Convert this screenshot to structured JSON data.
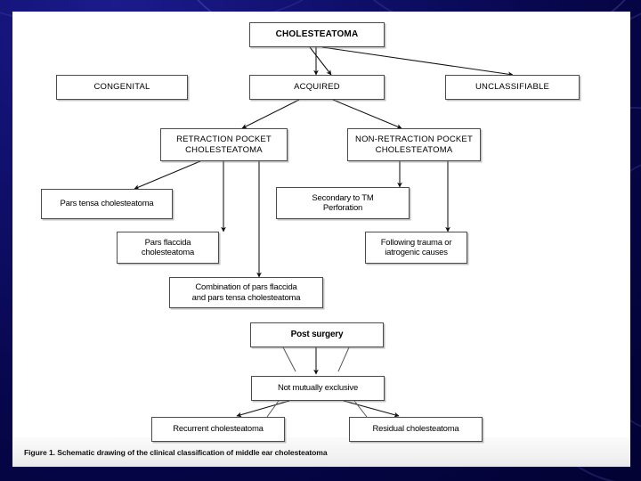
{
  "slide": {
    "background_color": "#0a0a66",
    "canvas_color": "#ffffff",
    "caption": "Figure 1. Schematic drawing of the clinical classification of middle ear cholesteatoma"
  },
  "diagram": {
    "title": "Schematic drawing of the clinical classification of middle ear cholesteatoma",
    "nodes": [
      {
        "id": "cholesteatoma",
        "label": "CHOLESTEATOMA"
      },
      {
        "id": "congenital",
        "label": "CONGENITAL"
      },
      {
        "id": "acquired",
        "label": "ACQUIRED"
      },
      {
        "id": "unclassifiable",
        "label": "UNCLASSIFIABLE"
      },
      {
        "id": "retraction-pocket",
        "label": "RETRACTION POCKET\nCHOLESTEATOMA"
      },
      {
        "id": "non-retraction-pocket",
        "label": "NON-RETRACTION POCKET\nCHOLESTEATOMA"
      },
      {
        "id": "pars-tensa",
        "label": "Pars tensa cholesteatoma"
      },
      {
        "id": "secondary-tm",
        "label": "Secondary to TM\nPerforation"
      },
      {
        "id": "pars-flaccida",
        "label": "Pars flaccida\ncholesteatoma"
      },
      {
        "id": "following-trauma",
        "label": "Following trauma or\niatrogenic causes"
      },
      {
        "id": "combination",
        "label": "Combination of pars flaccida\nand pars tensa cholesteatoma"
      },
      {
        "id": "post-surgery",
        "label": "Post surgery"
      },
      {
        "id": "not-mutually-exclusive",
        "label": "Not mutually exclusive"
      },
      {
        "id": "recurrent",
        "label": "Recurrent cholesteatoma"
      },
      {
        "id": "residual",
        "label": "Residual cholesteatoma"
      }
    ],
    "edges": [
      {
        "from": "cholesteatoma",
        "to": "congenital"
      },
      {
        "from": "cholesteatoma",
        "to": "acquired"
      },
      {
        "from": "cholesteatoma",
        "to": "unclassifiable"
      },
      {
        "from": "acquired",
        "to": "retraction-pocket"
      },
      {
        "from": "acquired",
        "to": "non-retraction-pocket"
      },
      {
        "from": "retraction-pocket",
        "to": "pars-tensa"
      },
      {
        "from": "retraction-pocket",
        "to": "pars-flaccida"
      },
      {
        "from": "retraction-pocket",
        "to": "combination"
      },
      {
        "from": "non-retraction-pocket",
        "to": "secondary-tm"
      },
      {
        "from": "non-retraction-pocket",
        "to": "following-trauma"
      },
      {
        "from": "post-surgery",
        "to": "not-mutually-exclusive"
      },
      {
        "from": "not-mutually-exclusive",
        "to": "recurrent"
      },
      {
        "from": "not-mutually-exclusive",
        "to": "residual"
      }
    ]
  }
}
